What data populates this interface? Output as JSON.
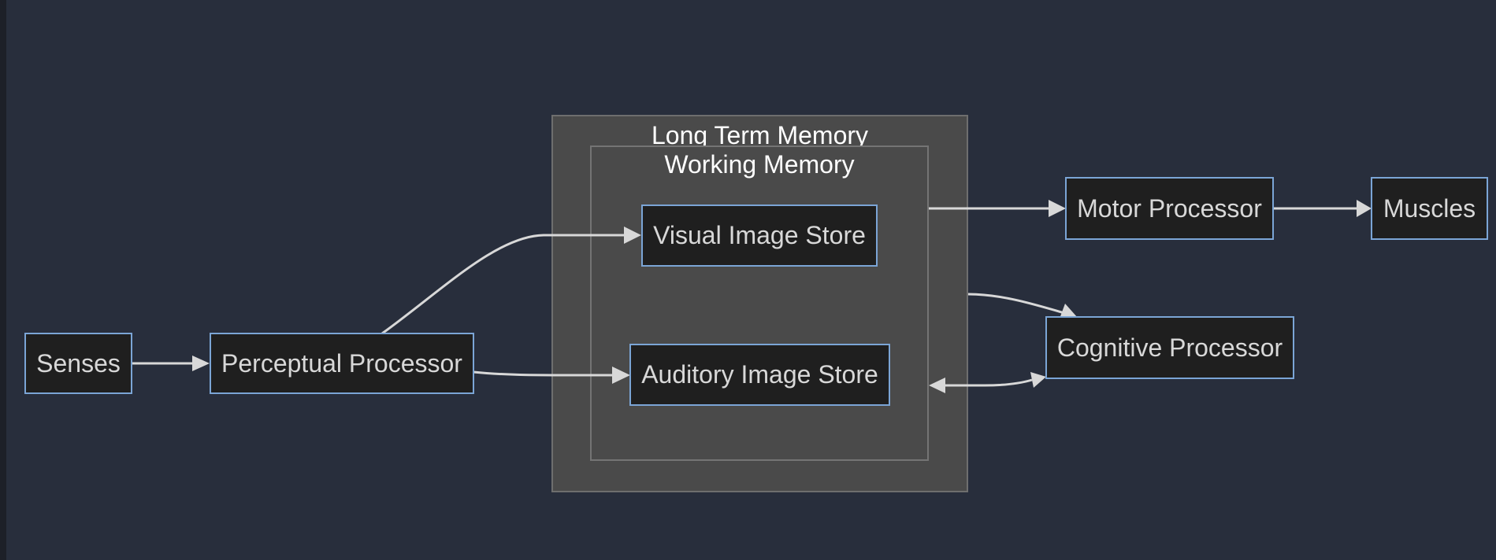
{
  "clusters": {
    "long_term_memory": "Long Term Memory",
    "working_memory": "Working Memory"
  },
  "nodes": {
    "senses": "Senses",
    "perceptual_processor": "Perceptual Processor",
    "visual_image_store": "Visual Image Store",
    "auditory_image_store": "Auditory Image Store",
    "motor_processor": "Motor Processor",
    "muscles": "Muscles",
    "cognitive_processor": "Cognitive Processor"
  },
  "edges": [
    {
      "from": "Senses",
      "to": "Perceptual Processor"
    },
    {
      "from": "Perceptual Processor",
      "to": "Visual Image Store"
    },
    {
      "from": "Perceptual Processor",
      "to": "Auditory Image Store"
    },
    {
      "from": "Working Memory",
      "to": "Motor Processor"
    },
    {
      "from": "Motor Processor",
      "to": "Muscles"
    },
    {
      "from": "Long Term Memory",
      "to": "Cognitive Processor"
    },
    {
      "from": "Working Memory",
      "to": "Cognitive Processor",
      "bidirectional": true
    }
  ],
  "colors": {
    "background": "#282e3c",
    "cluster_fill": "#4a4a4a",
    "node_fill": "#1f1f1f",
    "node_border": "#7ba5d6",
    "edge": "#d8d8d8"
  }
}
